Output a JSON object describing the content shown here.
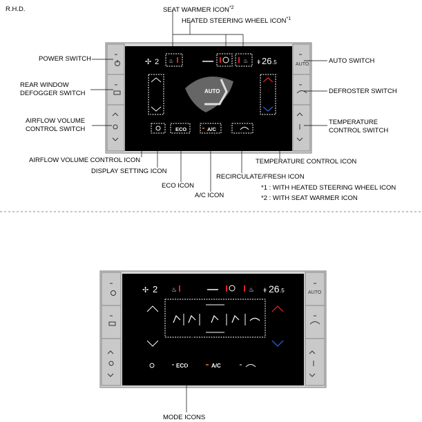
{
  "figure1": {
    "tag": "R.H.D.",
    "labels": {
      "seat_warmer": "SEAT WARMER ICON",
      "seat_warmer_note": "*2",
      "heated_wheel": "HEATED STEERING WHEEL ICON",
      "heated_wheel_note": "*1",
      "power_switch": "POWER SWITCH",
      "rear_defogger_l1": "REAR WINDOW",
      "rear_defogger_l2": "DEFOGGER SWITCH",
      "airflow_switch_l1": "AIRFLOW VOLUME",
      "airflow_switch_l2": "CONTROL SWITCH",
      "auto_switch": "AUTO SWITCH",
      "defroster_switch": "DEFROSTER SWITCH",
      "temp_switch_l1": "TEMPERATURE",
      "temp_switch_l2": "CONTROL SWITCH",
      "airflow_icon": "AIRFLOW VOLUME CONTROL ICON",
      "display_setting_icon": "DISPLAY SETTING ICON",
      "temp_control_icon": "TEMPERATURE CONTROL ICON",
      "recirc_icon": "RECIRCULATE/FRESH ICON",
      "eco_icon": "ECO ICON",
      "ac_icon": "A/C ICON",
      "note1": "*1 : WITH HEATED STEERING WHEEL ICON",
      "note2": "*2 : WITH SEAT WARMER ICON"
    },
    "display": {
      "fan_level": "2",
      "temp_int": "26",
      "temp_dec": ".5",
      "auto_text": "AUTO",
      "auto_btn": "AUTO",
      "eco": "ECO",
      "ac": "A/C"
    }
  },
  "figure2": {
    "display": {
      "fan_level": "2",
      "temp_int": "26",
      "temp_dec": ".5",
      "auto_btn": "AUTO",
      "eco": "ECO",
      "ac": "A/C"
    },
    "labels": {
      "mode_icons": "MODE ICONS"
    }
  },
  "colors": {
    "panel_frame": "#c8c8c8",
    "screen": "#000000",
    "up_arrow_active": "#e0202a",
    "down_arrow_active": "#2a5ed8",
    "indicator_orange": "#f07820"
  },
  "icons": [
    "fan-icon",
    "seat-warmer-icon",
    "heated-steering-wheel-icon",
    "power-icon",
    "rear-defogger-icon",
    "defroster-icon",
    "gear-icon",
    "recirculate-icon",
    "thermometer-icon",
    "seat-icon"
  ]
}
